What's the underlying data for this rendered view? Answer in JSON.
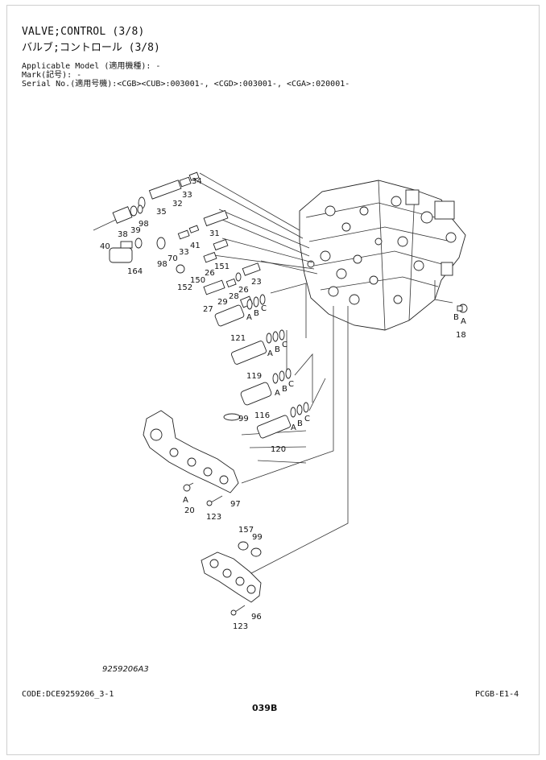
{
  "header": {
    "title_en": "VALVE;CONTROL (3/8)",
    "title_jp": "バルブ;コントロール (3/8)",
    "applicable_model": "Applicable Model (適用機種): -",
    "mark": "Mark(記号): -",
    "serial_no": "Serial No.(適用号機):<CGB><CUB>:003001-,  <CGD>:003001-, <CGA>:020001-"
  },
  "callouts": {
    "p34": "34",
    "p33": "33",
    "p32": "32",
    "p35": "35",
    "p40": "40",
    "p38": "38",
    "p39": "39",
    "p98a": "98",
    "p31": "31",
    "p41": "41",
    "p33b": "33",
    "p70": "70",
    "p98b": "98",
    "p164": "164",
    "p151": "151",
    "p26a": "26",
    "p150": "150",
    "p152": "152",
    "p23": "23",
    "p26b": "26",
    "p28": "28",
    "p29": "29",
    "p27": "27",
    "p121": "121",
    "p119": "119",
    "p116": "116",
    "p120": "120",
    "p99a": "99",
    "p97": "97",
    "p20": "20",
    "p123a": "123",
    "p157": "157",
    "p99b": "99",
    "p96": "96",
    "p123b": "123",
    "p18": "18",
    "A": "A",
    "B": "B",
    "C": "C"
  },
  "footer": {
    "drawing_number": "9259206A3",
    "code": "CODE:DCE9259206_3-1",
    "page_code": "PCGB-E1-4",
    "page_number": "039B"
  }
}
